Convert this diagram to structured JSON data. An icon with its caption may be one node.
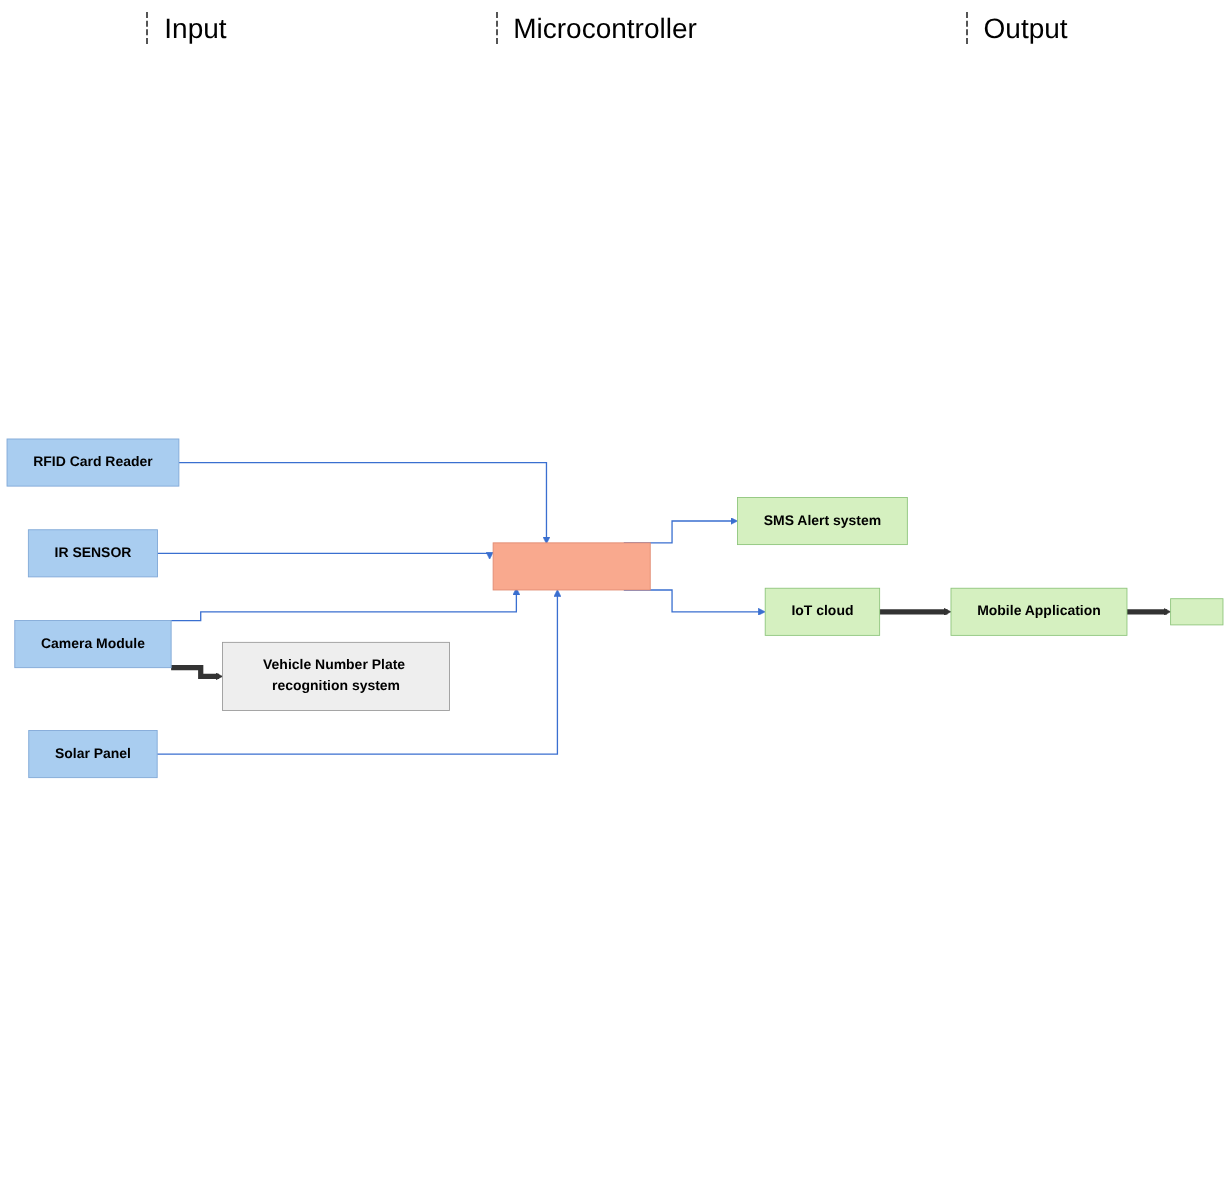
{
  "diagram": {
    "nodes": [
      {
        "text": [
          "RFID Card Reader"
        ]
      },
      {
        "text": [
          "IR SENSOR"
        ]
      },
      {
        "text": [
          "Solar Panel"
        ]
      },
      {
        "text": [
          "Camera Module"
        ]
      },
      {
        "text": [
          "Vehicle Number Plate recognition system"
        ]
      },
      {
        "text": [],
        "shape": "box"
      },
      {
        "text": [
          "SMS Alert system"
        ]
      },
      {
        "text": [
          "IoT cloud"
        ]
      },
      {
        "text": [
          "Mobile Application"
        ]
      },
      {
        "text": [],
        "shape": "box"
      }
    ],
    "edges": [
      {
        "from": 0,
        "to": 5,
        "arrow": "to"
      },
      {
        "from": 1,
        "to": 5,
        "arrow": "to"
      },
      {
        "from": 2,
        "to": 5,
        "arrow": "to"
      },
      {
        "from": 3,
        "to": 5,
        "arrow": "to"
      },
      {
        "from": 3,
        "to": 4,
        "arrow": "to",
        "style": "thick",
        "color": "#333333"
      },
      {
        "from": 5,
        "to": 6,
        "arrow": "to"
      },
      {
        "from": 5,
        "to": 7,
        "arrow": "to"
      },
      {
        "from": 7,
        "to": 8,
        "arrow": "to",
        "style": "thick",
        "color": "#333333"
      },
      {
        "from": 8,
        "to": 9,
        "arrow": "to",
        "style": "thick",
        "color": "#333333"
      }
    ],
    "labels": [
      "Input",
      "Microcontroller",
      "Output"
    ]
  }
}
